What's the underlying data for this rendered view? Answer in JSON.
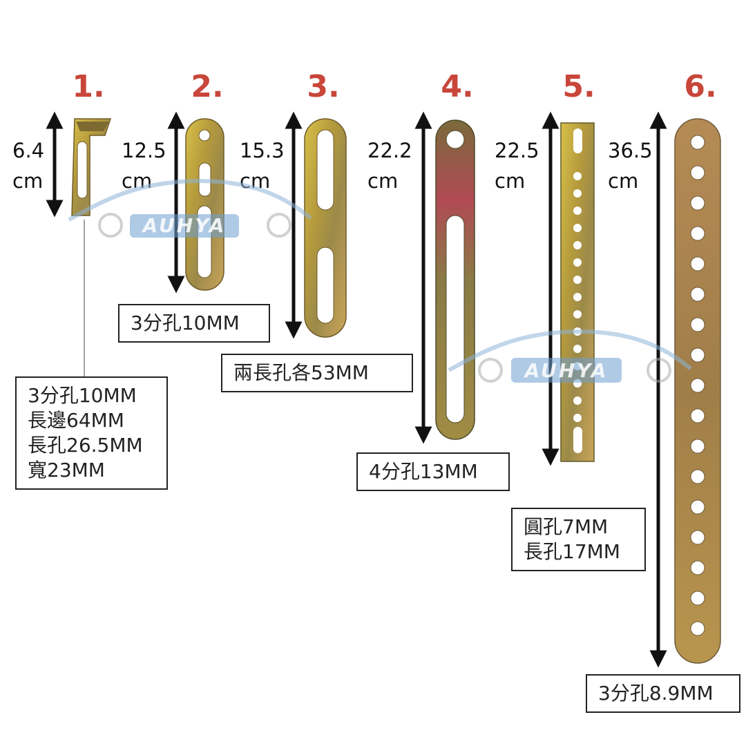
{
  "accent_color": "#c8463a",
  "items": [
    {
      "number": "1.",
      "length_value": "6.4",
      "length_unit": "cm",
      "lines": [
        "3分孔10MM",
        "長邊64MM",
        "長孔26.5MM",
        "寬23MM"
      ]
    },
    {
      "number": "2.",
      "length_value": "12.5",
      "length_unit": "cm",
      "lines": [
        "3分孔10MM"
      ]
    },
    {
      "number": "3.",
      "length_value": "15.3",
      "length_unit": "cm",
      "lines": [
        "兩長孔各53MM"
      ]
    },
    {
      "number": "4.",
      "length_value": "22.2",
      "length_unit": "cm",
      "lines": [
        "4分孔13MM"
      ]
    },
    {
      "number": "5.",
      "length_value": "22.5",
      "length_unit": "cm",
      "lines": [
        "圓孔7MM",
        "長孔17MM"
      ]
    },
    {
      "number": "6.",
      "length_value": "36.5",
      "length_unit": "cm",
      "lines": [
        "3分孔8.9MM"
      ]
    }
  ],
  "watermark": {
    "text": "AUHYA"
  }
}
